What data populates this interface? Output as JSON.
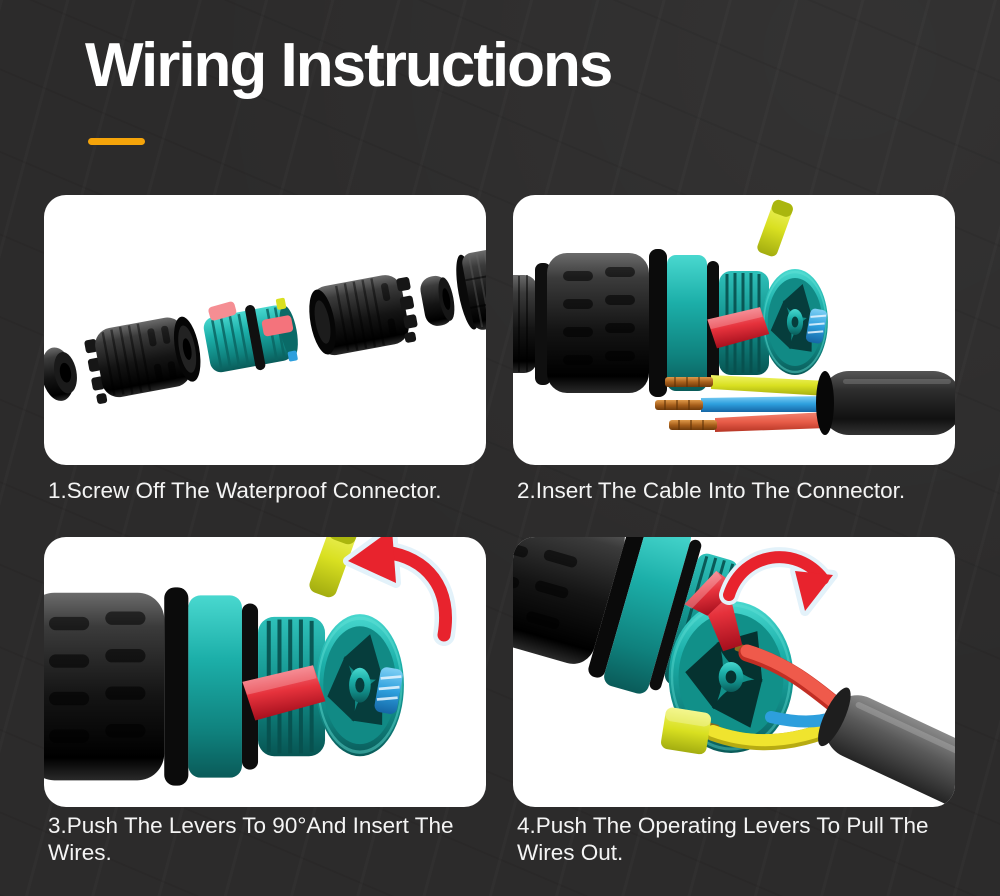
{
  "header": {
    "title": "Wiring Instructions"
  },
  "steps": [
    {
      "id": 1,
      "caption": "1.Screw Off The Waterproof Connector.",
      "illustration": "exploded-connector-parts"
    },
    {
      "id": 2,
      "caption": "2.Insert The Cable Into The Connector.",
      "illustration": "connector-with-stripped-cable"
    },
    {
      "id": 3,
      "caption": "3.Push The Levers To 90°And Insert The Wires.",
      "illustration": "connector-levers-open-rotate-arrow"
    },
    {
      "id": 4,
      "caption": "4.Push The Operating Levers To Pull The Wires Out.",
      "illustration": "connector-pulling-wires-rotate-arrow"
    }
  ],
  "icons": {
    "step3_arrow": "rotate-counter-clockwise-arrow-icon",
    "step4_arrow": "rotate-clockwise-arrow-icon"
  },
  "colors": {
    "background": "#2c2b2b",
    "panel_background": "#ffffff",
    "title_text": "#ffffff",
    "caption_text": "#f4f4f4",
    "accent_dash": "#f5a40a",
    "connector_teal": "#1aa9a3",
    "connector_black": "#1a1a1a",
    "lever_yellow": "#d9e021",
    "lever_red": "#e6323c",
    "lever_blue": "#2d9fdd",
    "lever_pink": "#f4737c",
    "wire_yellow": "#f0e42e",
    "wire_blue": "#2d9fdd",
    "wire_red": "#ef5a4b",
    "wire_copper": "#a8601c",
    "arrow_red": "#e8232d"
  }
}
